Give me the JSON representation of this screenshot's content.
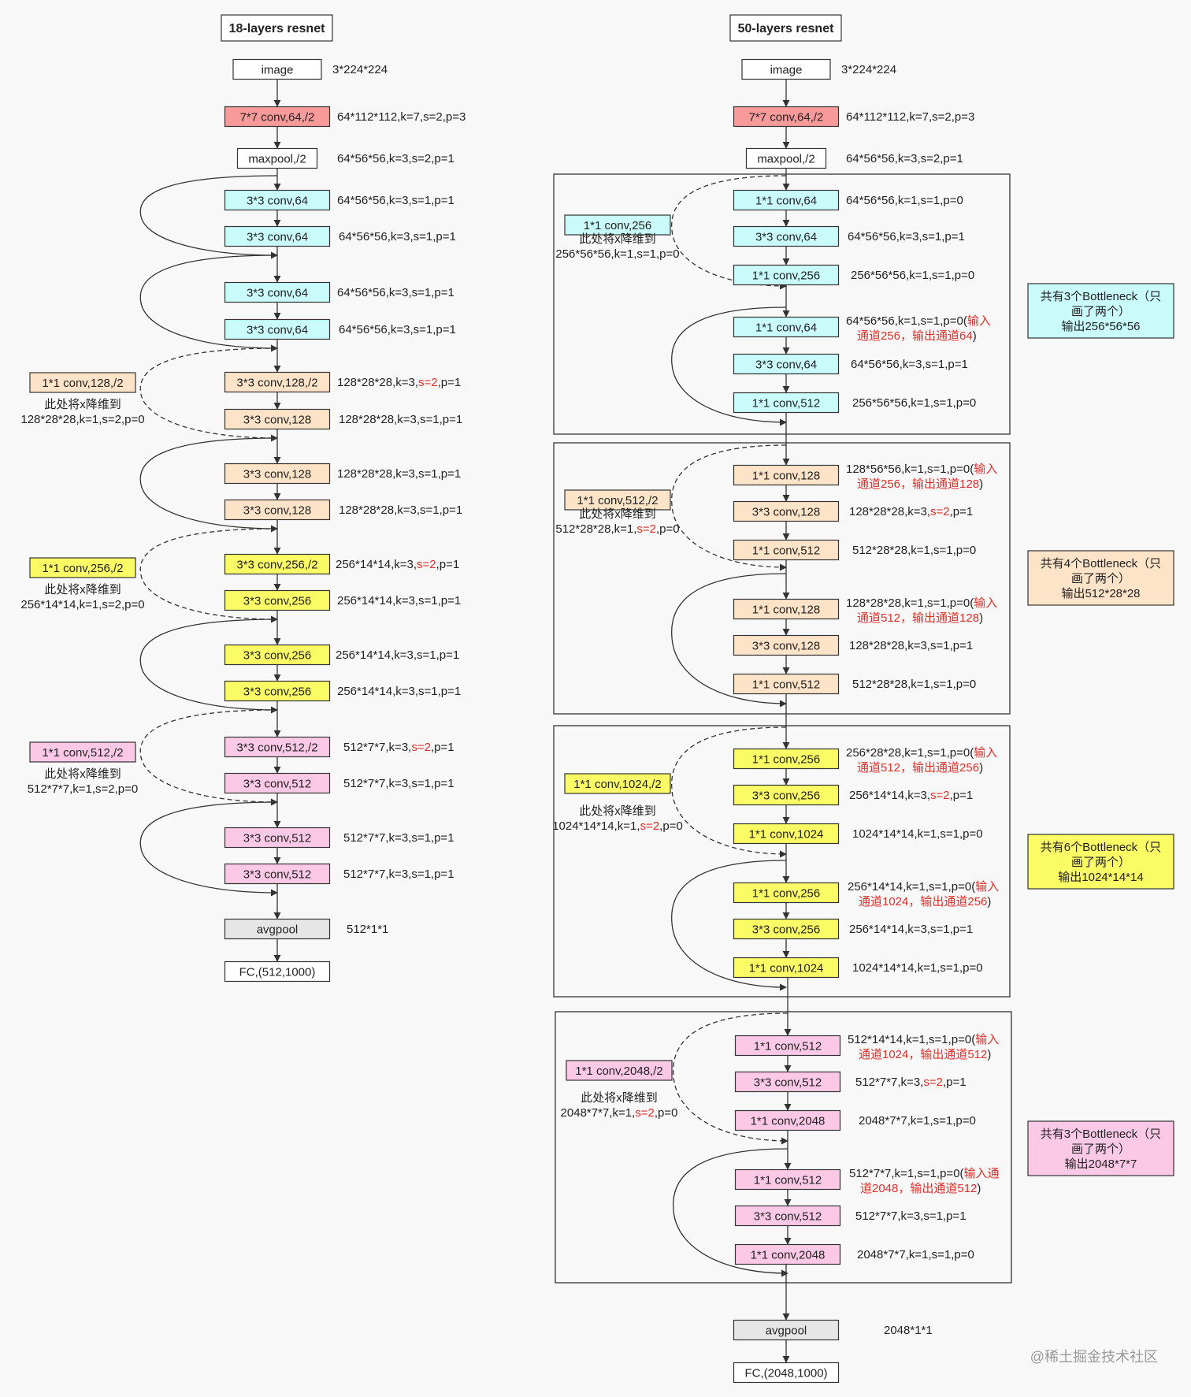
{
  "colors": {
    "conv7": "#f99a9a",
    "stage64": "#c9fbfb",
    "stage128": "#fde3c8",
    "stage256": "#fbfb66",
    "stage512": "#fbc8e6",
    "white": "#ffffff",
    "gray": "#e6e6e6",
    "red": "#e0302a",
    "text": "#222222",
    "edge": "#333333"
  },
  "left": {
    "title": "18-layers resnet",
    "nodes": [
      {
        "label": "image",
        "ann": "3*224*224"
      },
      {
        "label": "7*7 conv,64,/2",
        "ann": "64*112*112,k=7,s=2,p=3"
      },
      {
        "label": "maxpool,/2",
        "ann": "64*56*56,k=3,s=2,p=1"
      },
      {
        "label": "3*3 conv,64",
        "ann": "64*56*56,k=3,s=1,p=1"
      },
      {
        "label": "3*3 conv,64",
        "ann": "64*56*56,k=3,s=1,p=1"
      },
      {
        "label": "3*3 conv,64",
        "ann": "64*56*56,k=3,s=1,p=1"
      },
      {
        "label": "3*3 conv,64",
        "ann": "64*56*56,k=3,s=1,p=1"
      },
      {
        "label": "3*3 conv,128,/2",
        "ann": "128*28*28,k=3,{s=2},p=1"
      },
      {
        "label": "3*3 conv,128",
        "ann": "128*28*28,k=3,s=1,p=1"
      },
      {
        "label": "3*3 conv,128",
        "ann": "128*28*28,k=3,s=1,p=1"
      },
      {
        "label": "3*3 conv,128",
        "ann": "128*28*28,k=3,s=1,p=1"
      },
      {
        "label": "3*3 conv,256,/2",
        "ann": "256*14*14,k=3,{s=2},p=1"
      },
      {
        "label": "3*3 conv,256",
        "ann": "256*14*14,k=3,s=1,p=1"
      },
      {
        "label": "3*3 conv,256",
        "ann": "256*14*14,k=3,s=1,p=1"
      },
      {
        "label": "3*3 conv,256",
        "ann": "256*14*14,k=3,s=1,p=1"
      },
      {
        "label": "3*3 conv,512,/2",
        "ann": "512*7*7,k=3,{s=2},p=1"
      },
      {
        "label": "3*3 conv,512",
        "ann": "512*7*7,k=3,s=1,p=1"
      },
      {
        "label": "3*3 conv,512",
        "ann": "512*7*7,k=3,s=1,p=1"
      },
      {
        "label": "3*3 conv,512",
        "ann": "512*7*7,k=3,s=1,p=1"
      },
      {
        "label": "avgpool",
        "ann": "512*1*1"
      },
      {
        "label": "FC,(512,1000)",
        "ann": ""
      }
    ],
    "downsample": [
      {
        "label": "1*1 conv,128,/2",
        "line1": "此处将x降维到",
        "line2": "128*28*28,k=1,s=2,p=0"
      },
      {
        "label": "1*1 conv,256,/2",
        "line1": "此处将x降维到",
        "line2": "256*14*14,k=1,s=2,p=0"
      },
      {
        "label": "1*1 conv,512,/2",
        "line1": "此处将x降维到",
        "line2": "512*7*7,k=1,s=2,p=0"
      }
    ]
  },
  "right": {
    "title": "50-layers resnet",
    "nodes": [
      {
        "label": "image",
        "ann": "3*224*224"
      },
      {
        "label": "7*7 conv,64,/2",
        "ann": "64*112*112,k=7,s=2,p=3"
      },
      {
        "label": "maxpool,/2",
        "ann": "64*56*56,k=3,s=2,p=1"
      },
      {
        "label": "1*1 conv,64",
        "ann": "64*56*56,k=1,s=1,p=0"
      },
      {
        "label": "3*3 conv,64",
        "ann": "64*56*56,k=3,s=1,p=1"
      },
      {
        "label": "1*1 conv,256",
        "ann": "256*56*56,k=1,s=1,p=0"
      },
      {
        "label": "1*1 conv,64",
        "ann": "64*56*56,k=1,s=1,p=0({输入}",
        "ann2": "{通道256，输出通道64})"
      },
      {
        "label": "3*3 conv,64",
        "ann": "64*56*56,k=3,s=1,p=1"
      },
      {
        "label": "1*1 conv,512",
        "ann": "256*56*56,k=1,s=1,p=0"
      },
      {
        "label": "1*1 conv,128",
        "ann": "128*56*56,k=1,s=1,p=0({输入}",
        "ann2": "{通道256，输出通道128})"
      },
      {
        "label": "3*3 conv,128",
        "ann": "128*28*28,k=3,{s=2},p=1"
      },
      {
        "label": "1*1 conv,512",
        "ann": "512*28*28,k=1,s=1,p=0"
      },
      {
        "label": "1*1 conv,128",
        "ann": "128*28*28,k=1,s=1,p=0({输入}",
        "ann2": "{通道512，输出通道128})"
      },
      {
        "label": "3*3 conv,128",
        "ann": "128*28*28,k=3,s=1,p=1"
      },
      {
        "label": "1*1 conv,512",
        "ann": "512*28*28,k=1,s=1,p=0"
      },
      {
        "label": "1*1 conv,256",
        "ann": "256*28*28,k=1,s=1,p=0({输入}",
        "ann2": "{通道512，输出通道256})"
      },
      {
        "label": "3*3 conv,256",
        "ann": "256*14*14,k=3,{s=2},p=1"
      },
      {
        "label": "1*1 conv,1024",
        "ann": "1024*14*14,k=1,s=1,p=0"
      },
      {
        "label": "1*1 conv,256",
        "ann": "256*14*14,k=1,s=1,p=0({输入}",
        "ann2": "{通道1024，输出通道256})"
      },
      {
        "label": "3*3 conv,256",
        "ann": "256*14*14,k=3,s=1,p=1"
      },
      {
        "label": "1*1 conv,1024",
        "ann": "1024*14*14,k=1,s=1,p=0"
      },
      {
        "label": "1*1 conv,512",
        "ann": "512*14*14,k=1,s=1,p=0({输入}",
        "ann2": "{通道1024，输出通道512})"
      },
      {
        "label": "3*3 conv,512",
        "ann": "512*7*7,k=3,{s=2},p=1"
      },
      {
        "label": "1*1 conv,2048",
        "ann": "2048*7*7,k=1,s=1,p=0"
      },
      {
        "label": "1*1 conv,512",
        "ann": "512*7*7,k=1,s=1,p=0({输入通}",
        "ann2": "{道2048，输出通道512})"
      },
      {
        "label": "3*3 conv,512",
        "ann": "512*7*7,k=3,s=1,p=1"
      },
      {
        "label": "1*1 conv,2048",
        "ann": "2048*7*7,k=1,s=1,p=0"
      },
      {
        "label": "avgpool",
        "ann": "2048*1*1"
      },
      {
        "label": "FC,(2048,1000)",
        "ann": ""
      }
    ],
    "downsample": [
      {
        "label": "1*1 conv,256",
        "line1": "此处将x降维到",
        "line2": "256*56*56,k=1,s=1,p=0"
      },
      {
        "label": "1*1 conv,512,/2",
        "line1": "此处将x降维到",
        "line2": "512*28*28,k=1,{s=2},p=0"
      },
      {
        "label": "1*1 conv,1024,/2",
        "line1": "此处将x降维到",
        "line2": "1024*14*14,k=1,{s=2},p=0"
      },
      {
        "label": "1*1 conv,2048,/2",
        "line1": "此处将x降维到",
        "line2": "2048*7*7,k=1,{s=2},p=0"
      }
    ],
    "stage_notes": [
      {
        "line1": "共有3个Bottleneck（只",
        "line2": "画了两个）",
        "line3": "输出256*56*56"
      },
      {
        "line1": "共有4个Bottleneck（只",
        "line2": "画了两个）",
        "line3": "输出512*28*28"
      },
      {
        "line1": "共有6个Bottleneck（只",
        "line2": "画了两个）",
        "line3": "输出1024*14*14"
      },
      {
        "line1": "共有3个Bottleneck（只",
        "line2": "画了两个）",
        "line3": "输出2048*7*7"
      }
    ]
  },
  "watermark": "@稀土掘金技术社区"
}
